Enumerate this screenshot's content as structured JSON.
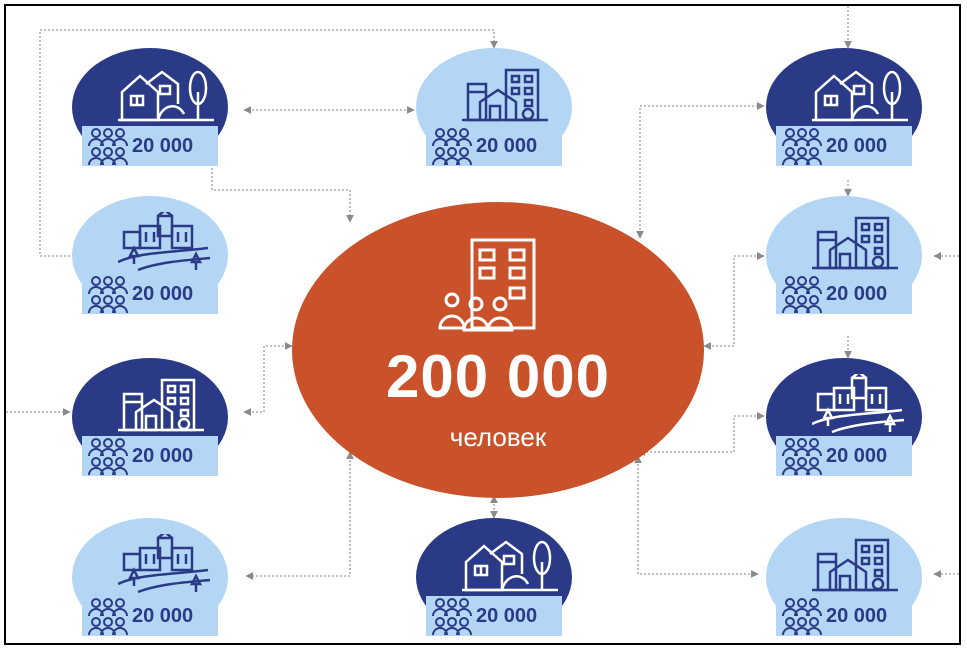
{
  "hub": {
    "total": "200 000",
    "unit": "человек",
    "color": "#c9522a"
  },
  "nodes": [
    {
      "id": "n1",
      "count": "20 000",
      "style": "dark",
      "icon": "house-with-tree-icon"
    },
    {
      "id": "n2",
      "count": "20 000",
      "style": "light",
      "icon": "apartment-buildings-icon"
    },
    {
      "id": "n3",
      "count": "20 000",
      "style": "dark",
      "icon": "house-with-tree-icon"
    },
    {
      "id": "n4",
      "count": "20 000",
      "style": "light",
      "icon": "village-icon"
    },
    {
      "id": "n5",
      "count": "20 000",
      "style": "light",
      "icon": "apartment-buildings-icon"
    },
    {
      "id": "n6",
      "count": "20 000",
      "style": "dark",
      "icon": "apartment-buildings-icon"
    },
    {
      "id": "n7",
      "count": "20 000",
      "style": "dark",
      "icon": "village-icon"
    },
    {
      "id": "n8",
      "count": "20 000",
      "style": "light",
      "icon": "village-icon"
    },
    {
      "id": "n9",
      "count": "20 000",
      "style": "dark",
      "icon": "house-with-tree-icon"
    },
    {
      "id": "n10",
      "count": "20 000",
      "style": "light",
      "icon": "apartment-buildings-icon"
    }
  ],
  "colors": {
    "dark_blue": "#2a3a86",
    "light_blue": "#b3d6f5",
    "connector": "#8a8a8a"
  }
}
